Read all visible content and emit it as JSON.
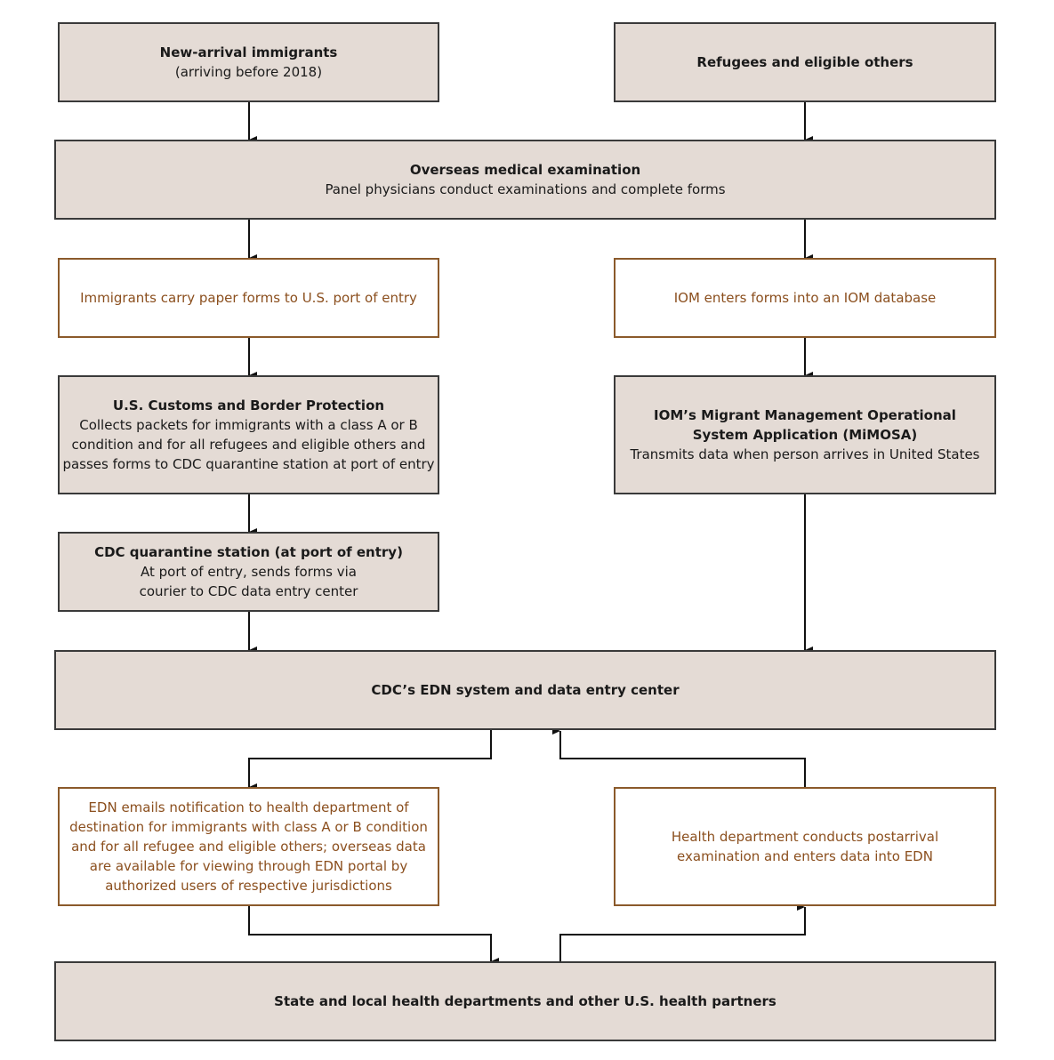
{
  "nodes": {
    "new_arrival": {
      "title": "New-arrival immigrants",
      "lines": [
        "(arriving before 2018)"
      ]
    },
    "refugees": {
      "title": "Refugees and eligible others",
      "lines": []
    },
    "overseas_exam": {
      "title": "Overseas medical examination",
      "lines": [
        "Panel physicians conduct examinations and complete forms"
      ]
    },
    "carry_forms": {
      "title": "",
      "lines": [
        "Immigrants carry paper forms to U.S. port of entry"
      ]
    },
    "iom_enters": {
      "title": "",
      "lines": [
        "IOM enters forms into an IOM database"
      ]
    },
    "cbp": {
      "title": "U.S. Customs and Border Protection",
      "lines": [
        "Collects packets for immigrants with a class A or B",
        "condition and for all refugees and eligible others and",
        "passes forms to CDC quarantine station at port of entry"
      ]
    },
    "mimosa": {
      "title": "IOM’s Migrant Management Operational System Application (MiMOSA)",
      "title_lines": [
        "IOM’s Migrant Management Operational",
        "System Application (MiMOSA)"
      ],
      "lines": [
        "Transmits data when person arrives in United States"
      ]
    },
    "quarantine": {
      "title": "CDC quarantine station (at port of entry)",
      "lines": [
        "At port of entry, sends forms via",
        "courier to CDC data entry center"
      ]
    },
    "edn_center": {
      "title": "CDC’s EDN system and data entry center",
      "lines": []
    },
    "edn_emails": {
      "title": "",
      "lines": [
        "EDN emails notification to health department of",
        "destination for immigrants with class A or B condition",
        "and for all refugee and eligible others; overseas data",
        "are available for viewing through EDN portal by",
        "authorized users of respective jurisdictions"
      ]
    },
    "postarrival": {
      "title": "",
      "lines": [
        "Health department conducts postarrival",
        "examination and enters data into EDN"
      ]
    },
    "state_local": {
      "title": "State and local health departments and other U.S. health partners",
      "lines": []
    }
  },
  "colors": {
    "shaded_fill": "#e4dbd5",
    "shaded_border": "#3a3a3a",
    "plain_border": "#8b5a2b",
    "plain_text": "#8b4f1e",
    "arrow": "#111111"
  }
}
